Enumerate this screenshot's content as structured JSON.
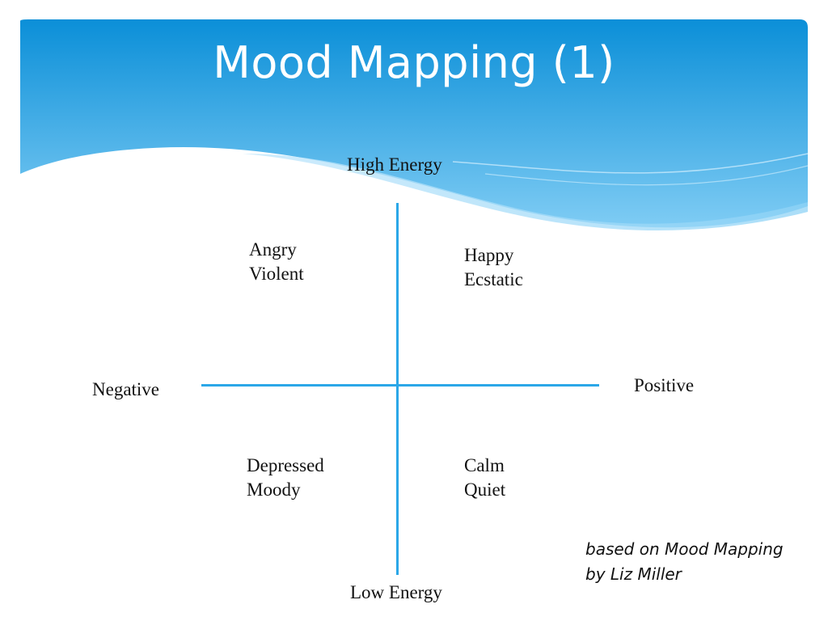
{
  "slide": {
    "title": "Mood Mapping (1)",
    "colors": {
      "header_top": "#0b8fd8",
      "header_bottom": "#7fccf4",
      "axis": "#2ba7e8"
    }
  },
  "axes": {
    "top": "High Energy",
    "bottom": "Low Energy",
    "left": "Negative",
    "right": "Positive"
  },
  "quadrants": {
    "top_left": [
      "Angry",
      "Violent"
    ],
    "top_right": [
      "Happy",
      "Ecstatic"
    ],
    "bottom_left": [
      "Depressed",
      "Moody"
    ],
    "bottom_right": [
      "Calm",
      "Quiet"
    ]
  },
  "credit": [
    "based on Mood Mapping",
    "by Liz Miller"
  ]
}
